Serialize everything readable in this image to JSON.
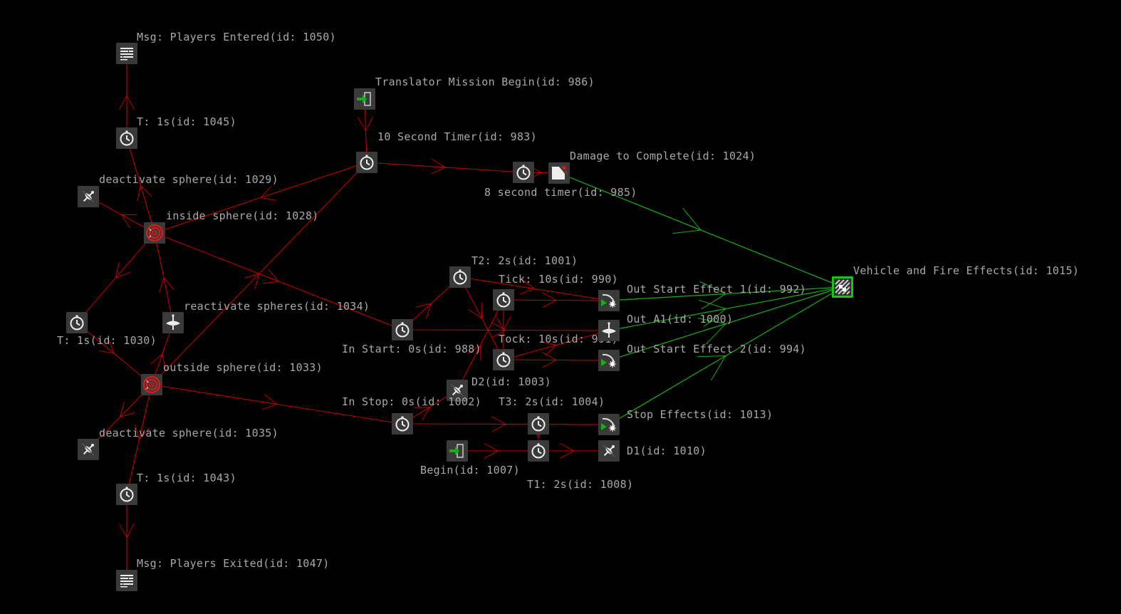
{
  "colors": {
    "background": "#000000",
    "edge_red": "#c00000",
    "edge_green": "#16b016",
    "node_bg": "#3a3a3a",
    "label": "#a9a9a9",
    "selected_border": "#1fbf1f"
  },
  "nodes": [
    {
      "id": "n1050",
      "icon": "message-icon",
      "label": "Msg:  Players Entered(id: 1050)"
    },
    {
      "id": "n1045",
      "icon": "timer-icon",
      "label": "T: 1s(id: 1045)"
    },
    {
      "id": "n1029",
      "icon": "deactivate-spinner-icon",
      "label": "deactivate sphere(id: 1029)"
    },
    {
      "id": "n1028",
      "icon": "sphere-trigger-icon",
      "label": "inside sphere(id: 1028)"
    },
    {
      "id": "n1030",
      "icon": "timer-icon",
      "label": "T: 1s(id: 1030)"
    },
    {
      "id": "n1034",
      "icon": "activate-spinner-icon",
      "label": "reactivate spheres(id: 1034)"
    },
    {
      "id": "n1033",
      "icon": "sphere-trigger-icon",
      "label": "outside sphere(id: 1033)"
    },
    {
      "id": "n1035",
      "icon": "deactivate-spinner-icon",
      "label": "deactivate sphere(id: 1035)"
    },
    {
      "id": "n1043",
      "icon": "timer-icon",
      "label": "T: 1s(id: 1043)"
    },
    {
      "id": "n1047",
      "icon": "message-icon",
      "label": "Msg:  Players Exited(id: 1047)"
    },
    {
      "id": "n986",
      "icon": "mission-begin-icon",
      "label": "Translator Mission Begin(id: 986)"
    },
    {
      "id": "n983",
      "icon": "timer-icon",
      "label": "10 Second Timer(id: 983)"
    },
    {
      "id": "n985",
      "icon": "timer-icon",
      "label": "8 second timer(id: 985)"
    },
    {
      "id": "n1024",
      "icon": "damage-icon",
      "label": "Damage to Complete(id: 1024)"
    },
    {
      "id": "n1001",
      "icon": "timer-icon",
      "label": "T2: 2s(id: 1001)"
    },
    {
      "id": "n990",
      "icon": "timer-icon",
      "label": "Tick: 10s(id: 990)"
    },
    {
      "id": "n988",
      "icon": "timer-icon",
      "label": "In Start: 0s(id: 988)"
    },
    {
      "id": "n991",
      "icon": "timer-icon",
      "label": "Tock: 10s(id: 991)"
    },
    {
      "id": "n1003",
      "icon": "deactivate-spinner-icon",
      "label": "D2(id: 1003)"
    },
    {
      "id": "n992",
      "icon": "start-effect-icon",
      "label": "Out Start Effect 1(id: 992)"
    },
    {
      "id": "n1000",
      "icon": "activate-spinner-icon",
      "label": "Out A1(id: 1000)"
    },
    {
      "id": "n994",
      "icon": "start-effect-icon",
      "label": "Out Start Effect 2(id: 994)"
    },
    {
      "id": "n1002",
      "icon": "timer-icon",
      "label": "In Stop: 0s(id: 1002)"
    },
    {
      "id": "n1004",
      "icon": "timer-icon",
      "label": "T3: 2s(id: 1004)"
    },
    {
      "id": "n1013",
      "icon": "start-effect-icon",
      "label": "Stop Effects(id: 1013)"
    },
    {
      "id": "n1007",
      "icon": "mission-begin-icon",
      "label": "Begin(id: 1007)"
    },
    {
      "id": "n1008",
      "icon": "timer-icon",
      "label": "T1: 2s(id: 1008)"
    },
    {
      "id": "n1010",
      "icon": "deactivate-spinner-icon",
      "label": "D1(id: 1010)"
    },
    {
      "id": "n1015",
      "icon": "effect-group-icon",
      "label": "Vehicle and Fire Effects(id: 1015)",
      "selected": true
    }
  ],
  "edges": [
    {
      "from": "n1045",
      "to": "n1050",
      "color": "red"
    },
    {
      "from": "n1028",
      "to": "n1045",
      "color": "red"
    },
    {
      "from": "n1028",
      "to": "n1029",
      "color": "red"
    },
    {
      "from": "n1028",
      "to": "n1030",
      "color": "red"
    },
    {
      "from": "n983",
      "to": "n1028",
      "color": "red"
    },
    {
      "from": "n1028",
      "to": "n988",
      "color": "red"
    },
    {
      "from": "n1034",
      "to": "n1028",
      "color": "red"
    },
    {
      "from": "n1030",
      "to": "n1033",
      "color": "red"
    },
    {
      "from": "n1033",
      "to": "n1034",
      "color": "red"
    },
    {
      "from": "n1033",
      "to": "n983",
      "color": "red"
    },
    {
      "from": "n1033",
      "to": "n1035",
      "color": "red"
    },
    {
      "from": "n1033",
      "to": "n1043",
      "color": "red"
    },
    {
      "from": "n1033",
      "to": "n1002",
      "color": "red"
    },
    {
      "from": "n1043",
      "to": "n1047",
      "color": "red"
    },
    {
      "from": "n986",
      "to": "n983",
      "color": "red"
    },
    {
      "from": "n983",
      "to": "n985",
      "color": "red"
    },
    {
      "from": "n985",
      "to": "n1024",
      "color": "red"
    },
    {
      "from": "n988",
      "to": "n1001",
      "color": "red"
    },
    {
      "from": "n988",
      "to": "n1000",
      "color": "red"
    },
    {
      "from": "n1001",
      "to": "n992",
      "color": "red"
    },
    {
      "from": "n1001",
      "to": "n991",
      "color": "red"
    },
    {
      "from": "n990",
      "to": "n992",
      "color": "red"
    },
    {
      "from": "n990",
      "to": "n991",
      "color": "red"
    },
    {
      "from": "n991",
      "to": "n994",
      "color": "red"
    },
    {
      "from": "n991",
      "to": "n1000",
      "color": "red"
    },
    {
      "from": "n1003",
      "to": "n990",
      "color": "red"
    },
    {
      "from": "n1002",
      "to": "n1003",
      "color": "red"
    },
    {
      "from": "n1002",
      "to": "n1013",
      "color": "red"
    },
    {
      "from": "n1004",
      "to": "n1008",
      "color": "red"
    },
    {
      "from": "n1007",
      "to": "n1008",
      "color": "red"
    },
    {
      "from": "n1008",
      "to": "n1010",
      "color": "red"
    },
    {
      "from": "n1024",
      "to": "n1015",
      "color": "green"
    },
    {
      "from": "n992",
      "to": "n1015",
      "color": "green"
    },
    {
      "from": "n994",
      "to": "n1015",
      "color": "green"
    },
    {
      "from": "n1013",
      "to": "n1015",
      "color": "green"
    },
    {
      "from": "n1000",
      "to": "n1015",
      "color": "green"
    }
  ]
}
